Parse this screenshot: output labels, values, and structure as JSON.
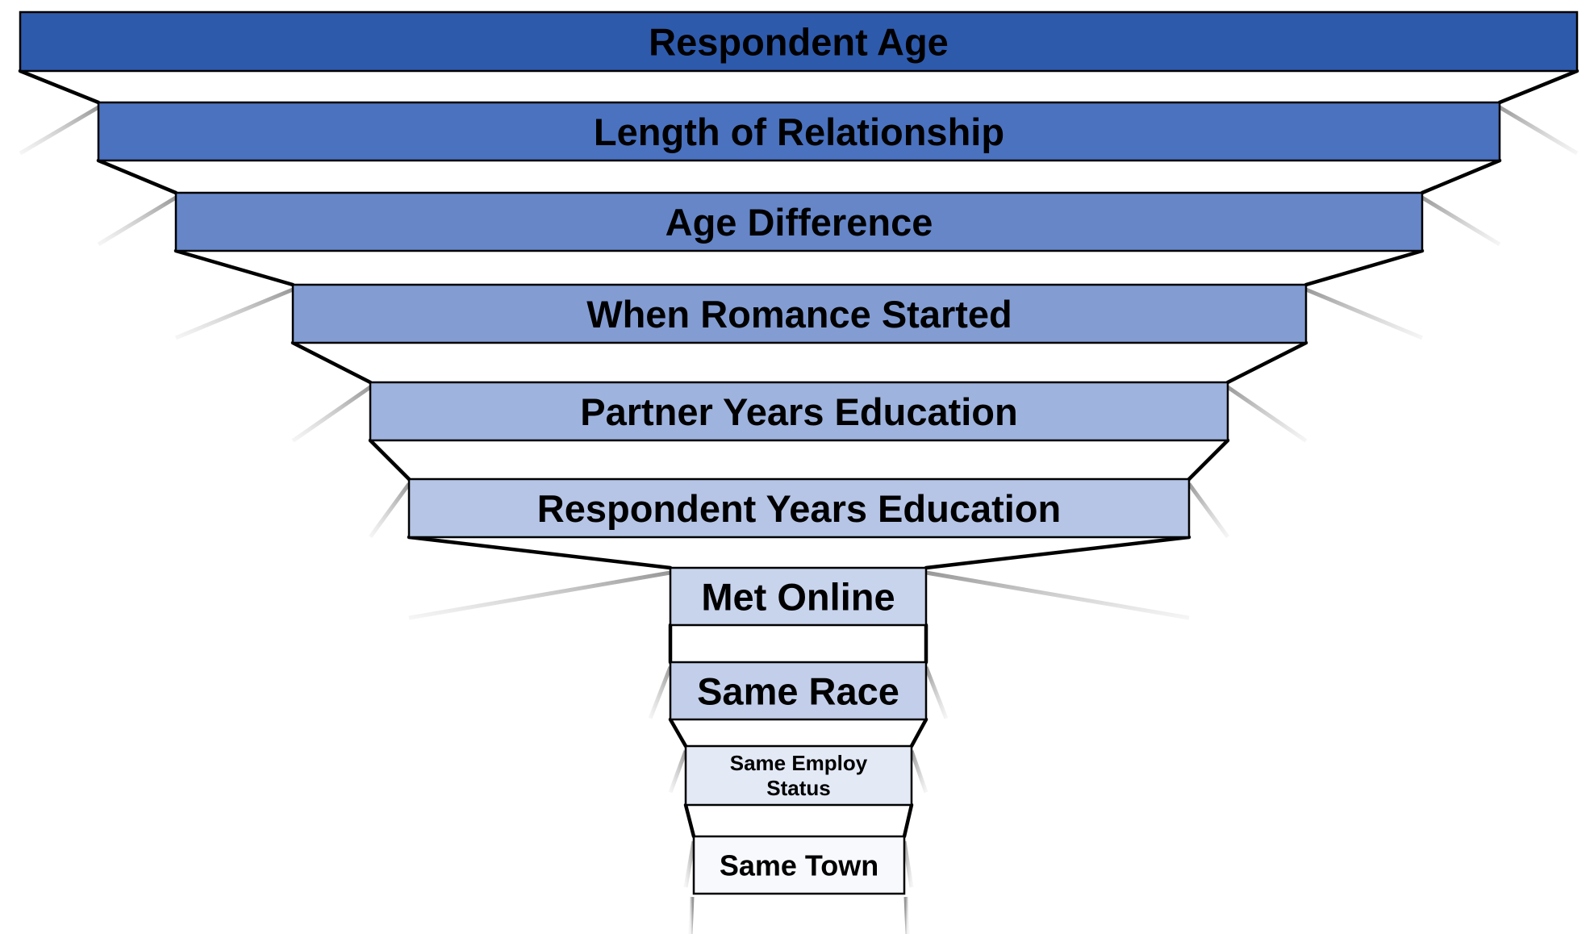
{
  "diagram": {
    "title": "",
    "levels": [
      {
        "label": "Respondent Age",
        "fill": "#2E5AAC"
      },
      {
        "label": "Length of Relationship",
        "fill": "#4A72BF"
      },
      {
        "label": "Age Difference",
        "fill": "#6686C8"
      },
      {
        "label": "When Romance Started",
        "fill": "#839DD3"
      },
      {
        "label": "Partner Years Education",
        "fill": "#9EB3DD"
      },
      {
        "label": "Respondent Years Education",
        "fill": "#B6C5E6"
      },
      {
        "label": "Met Online",
        "fill": "#C8D3EC"
      },
      {
        "label": "Same Race",
        "fill": "#C3CFEA"
      },
      {
        "label": "Same Employ Status",
        "fill": "#E3E9F5"
      },
      {
        "label": "Same Town",
        "fill": "#F7F9FC"
      }
    ],
    "colors": {
      "outline": "#000000",
      "shadow": "#A6A6A6"
    }
  }
}
